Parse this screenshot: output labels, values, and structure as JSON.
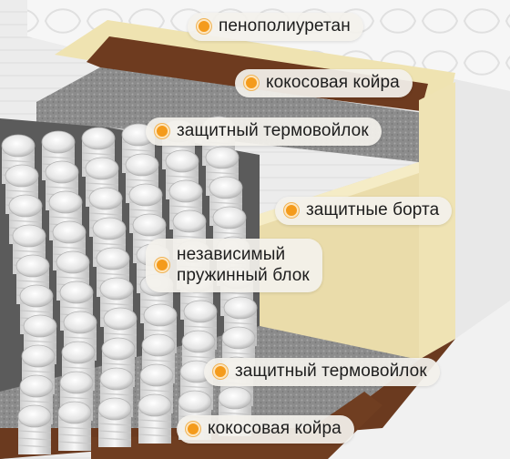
{
  "labels": {
    "polyurethane_foam": "пенополиуретан",
    "coconut_coir_top": "кокосовая койра",
    "thermal_felt_top": "защитный термовойлок",
    "protective_sides": "защитные борта",
    "spring_block_line1": "независимый",
    "spring_block_line2": "пружинный блок",
    "thermal_felt_bottom": "защитный термовойлок",
    "coconut_coir_bottom": "кокосовая койра"
  },
  "colors": {
    "marker": "#f49b1c",
    "label_background": "#f3f1ec",
    "foam": "#f0e4b4",
    "coir": "#6b3a1f",
    "felt": "#8f8f8f",
    "springs": "#f2f2f2"
  }
}
